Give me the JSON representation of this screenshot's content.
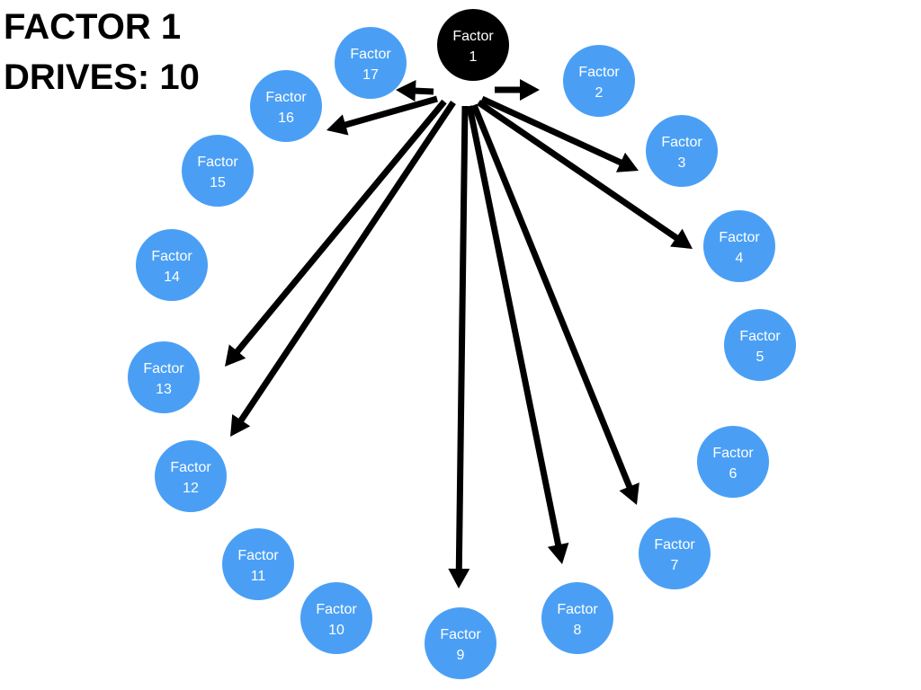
{
  "title": {
    "line1": "FACTOR 1",
    "line2": "DRIVES: 10"
  },
  "colors": {
    "source_node": "#000000",
    "target_node": "#4a9ff5",
    "arrow": "#000000",
    "label": "#ffffff"
  },
  "source": {
    "word": "Factor",
    "number": "1"
  },
  "factors": [
    {
      "word": "Factor",
      "number": "2",
      "driven": true
    },
    {
      "word": "Factor",
      "number": "3",
      "driven": true
    },
    {
      "word": "Factor",
      "number": "4",
      "driven": true
    },
    {
      "word": "Factor",
      "number": "5",
      "driven": false
    },
    {
      "word": "Factor",
      "number": "6",
      "driven": false
    },
    {
      "word": "Factor",
      "number": "7",
      "driven": true
    },
    {
      "word": "Factor",
      "number": "8",
      "driven": true
    },
    {
      "word": "Factor",
      "number": "9",
      "driven": true
    },
    {
      "word": "Factor",
      "number": "10",
      "driven": false
    },
    {
      "word": "Factor",
      "number": "11",
      "driven": false
    },
    {
      "word": "Factor",
      "number": "12",
      "driven": true
    },
    {
      "word": "Factor",
      "number": "13",
      "driven": true
    },
    {
      "word": "Factor",
      "number": "14",
      "driven": false
    },
    {
      "word": "Factor",
      "number": "15",
      "driven": false
    },
    {
      "word": "Factor",
      "number": "16",
      "driven": true
    },
    {
      "word": "Factor",
      "number": "17",
      "driven": true
    }
  ]
}
